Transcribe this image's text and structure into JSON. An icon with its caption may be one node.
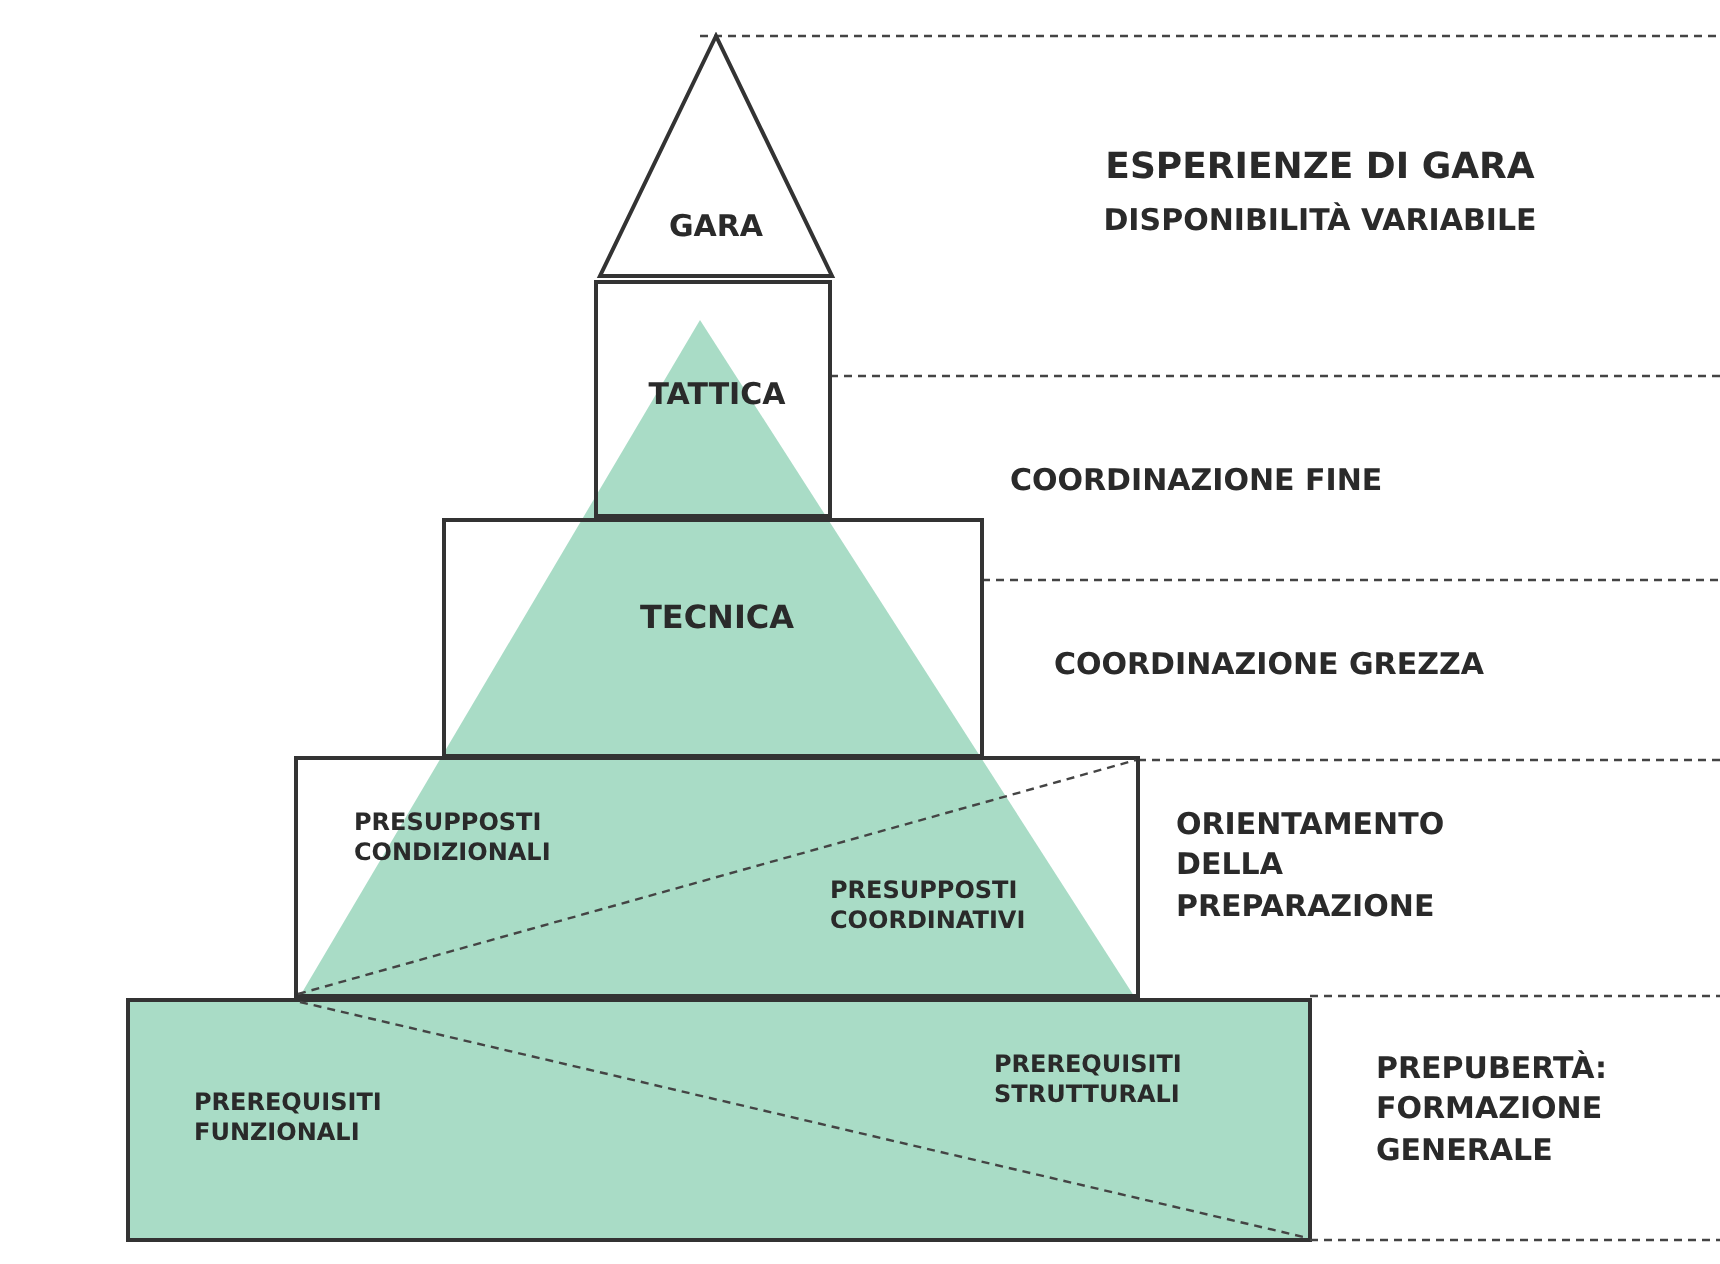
{
  "diagram": {
    "nodes": [
      {
        "text": [
          "GARA"
        ]
      },
      {
        "text": [
          "TATTICA"
        ]
      },
      {
        "text": [
          "TECNICA"
        ]
      },
      {
        "text": [
          "PRESUPPOSTI CONDIZIONALI",
          "PRESUPPOSTI COORDINATIVI"
        ]
      },
      {
        "text": [
          "PREREQUISITI FUNZIONALI",
          "PREREQUISITI STRUTTURALI"
        ]
      }
    ],
    "labels": [
      "ESPERIENZE DI GARA",
      "DISPONIBILITÀ VARIABILE",
      "COORDINAZIONE FINE",
      "COORDINAZIONE GREZZA",
      "ORIENTAMENTO DELLA PREPARAZIONE",
      "PREPUBERTÀ: FORMAZIONE GENERALE"
    ]
  }
}
